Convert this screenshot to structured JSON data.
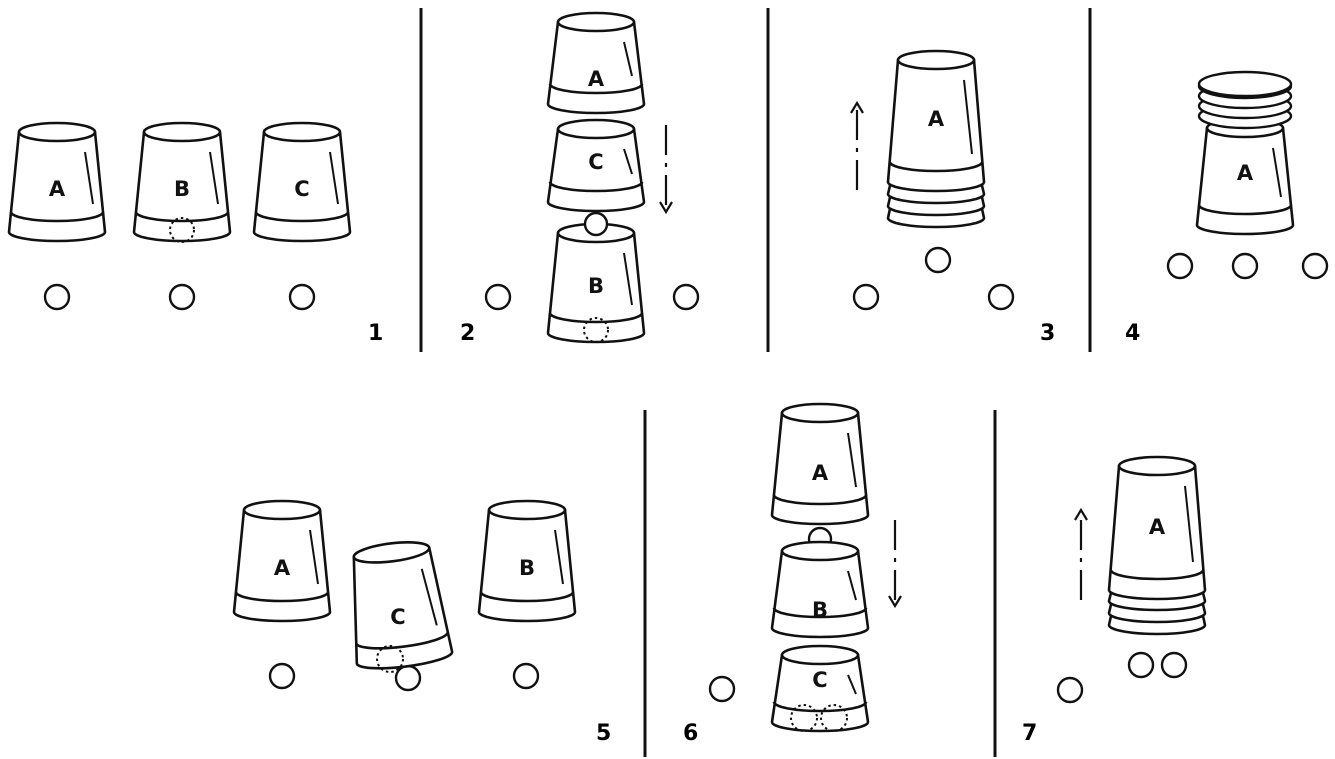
{
  "colors": {
    "ink": "#111111",
    "paper": "#ffffff"
  },
  "panels": [
    {
      "number": "1",
      "cups": [
        "A",
        "B",
        "C"
      ]
    },
    {
      "number": "2",
      "cups": [
        "A",
        "C",
        "B"
      ]
    },
    {
      "number": "3",
      "cups": [
        "A"
      ]
    },
    {
      "number": "4",
      "cups": [
        "A"
      ]
    },
    {
      "number": "5",
      "cups": [
        "A",
        "C",
        "B"
      ]
    },
    {
      "number": "6",
      "cups": [
        "A",
        "B",
        "C"
      ]
    },
    {
      "number": "7",
      "cups": [
        "A"
      ]
    }
  ]
}
